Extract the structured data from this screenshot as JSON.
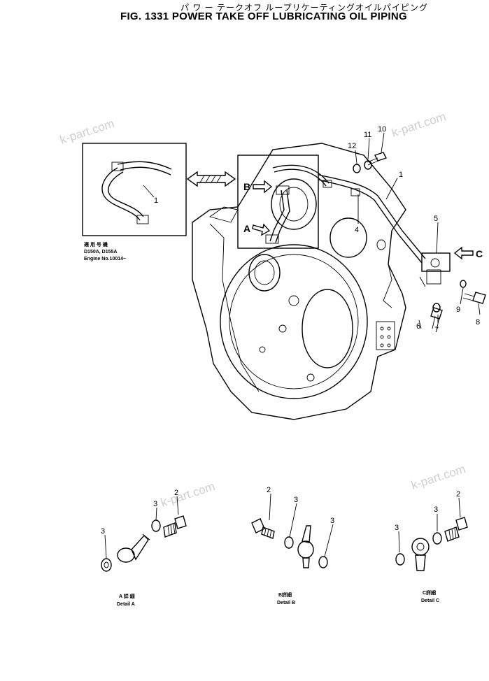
{
  "title": {
    "japanese": "パ ワ ー  テークオフ ループリケーティングオイルパイピング",
    "english": "FIG. 1331 POWER TAKE OFF LUBRICATING OIL PIPING"
  },
  "watermark": "k-part.com",
  "inset_caption": {
    "line1": "適 用 号 機",
    "line2": "D150A, D155A",
    "line3": "Engine No.10014~"
  },
  "inset_callout": "1",
  "view_arrows": {
    "a": "A",
    "b": "B",
    "c": "C"
  },
  "callouts": {
    "c1": "1",
    "c4": "4",
    "c5": "5",
    "c6": "6",
    "c7": "7",
    "c8": "8",
    "c9": "9",
    "c10": "10",
    "c11": "11",
    "c12": "12"
  },
  "details": [
    {
      "jp": "A 詳 細",
      "en": "Detail A",
      "c_a": "3",
      "c_b": "3",
      "c_c": "2"
    },
    {
      "jp": "B詳細",
      "en": "Detail B",
      "c_a": "2",
      "c_b": "3",
      "c_c": "3"
    },
    {
      "jp": "C詳細",
      "en": "Detail C",
      "c_a": "3",
      "c_b": "3",
      "c_c": "2"
    }
  ]
}
